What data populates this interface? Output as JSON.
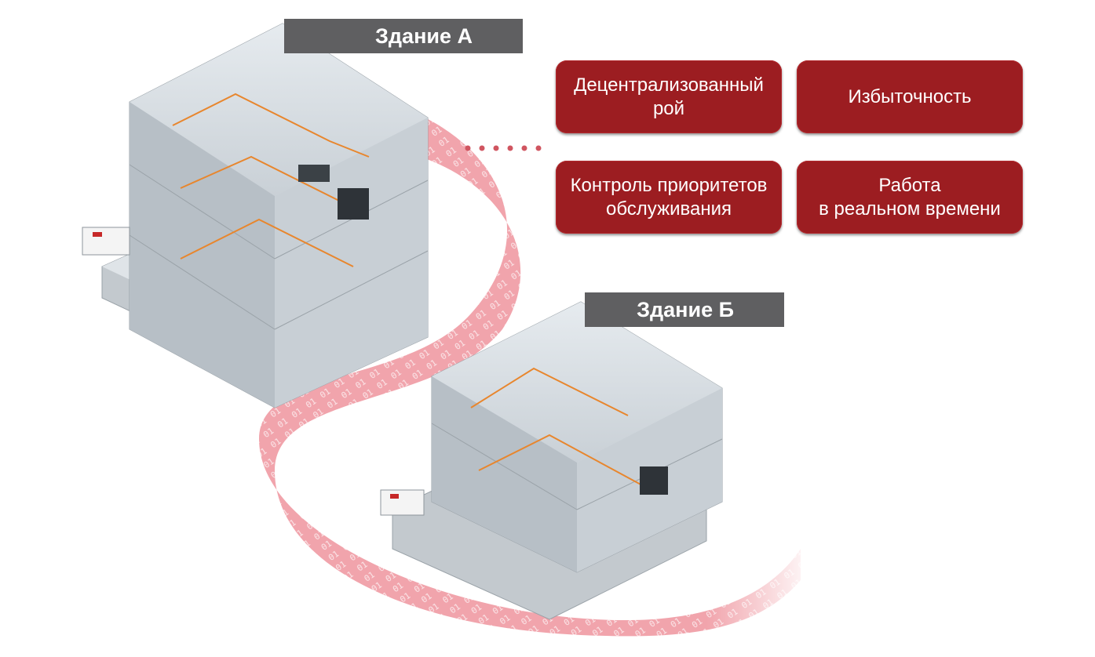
{
  "buildings": {
    "a": {
      "label": "Здание А"
    },
    "b": {
      "label": "Здание Б"
    }
  },
  "features": [
    {
      "line1": "Децентрализованный",
      "line2": "рой"
    },
    {
      "line1": "Избыточность",
      "line2": ""
    },
    {
      "line1": "Контроль приоритетов",
      "line2": "обслуживания"
    },
    {
      "line1": "Работа",
      "line2": "в реальном времени"
    }
  ],
  "ribbon": {
    "binary": "01010101010101010101010101010101"
  },
  "colors": {
    "chip": "#9c1d21",
    "tag": "#5f5f61",
    "ribbon": "#e07b86",
    "route": "#e8862d"
  }
}
